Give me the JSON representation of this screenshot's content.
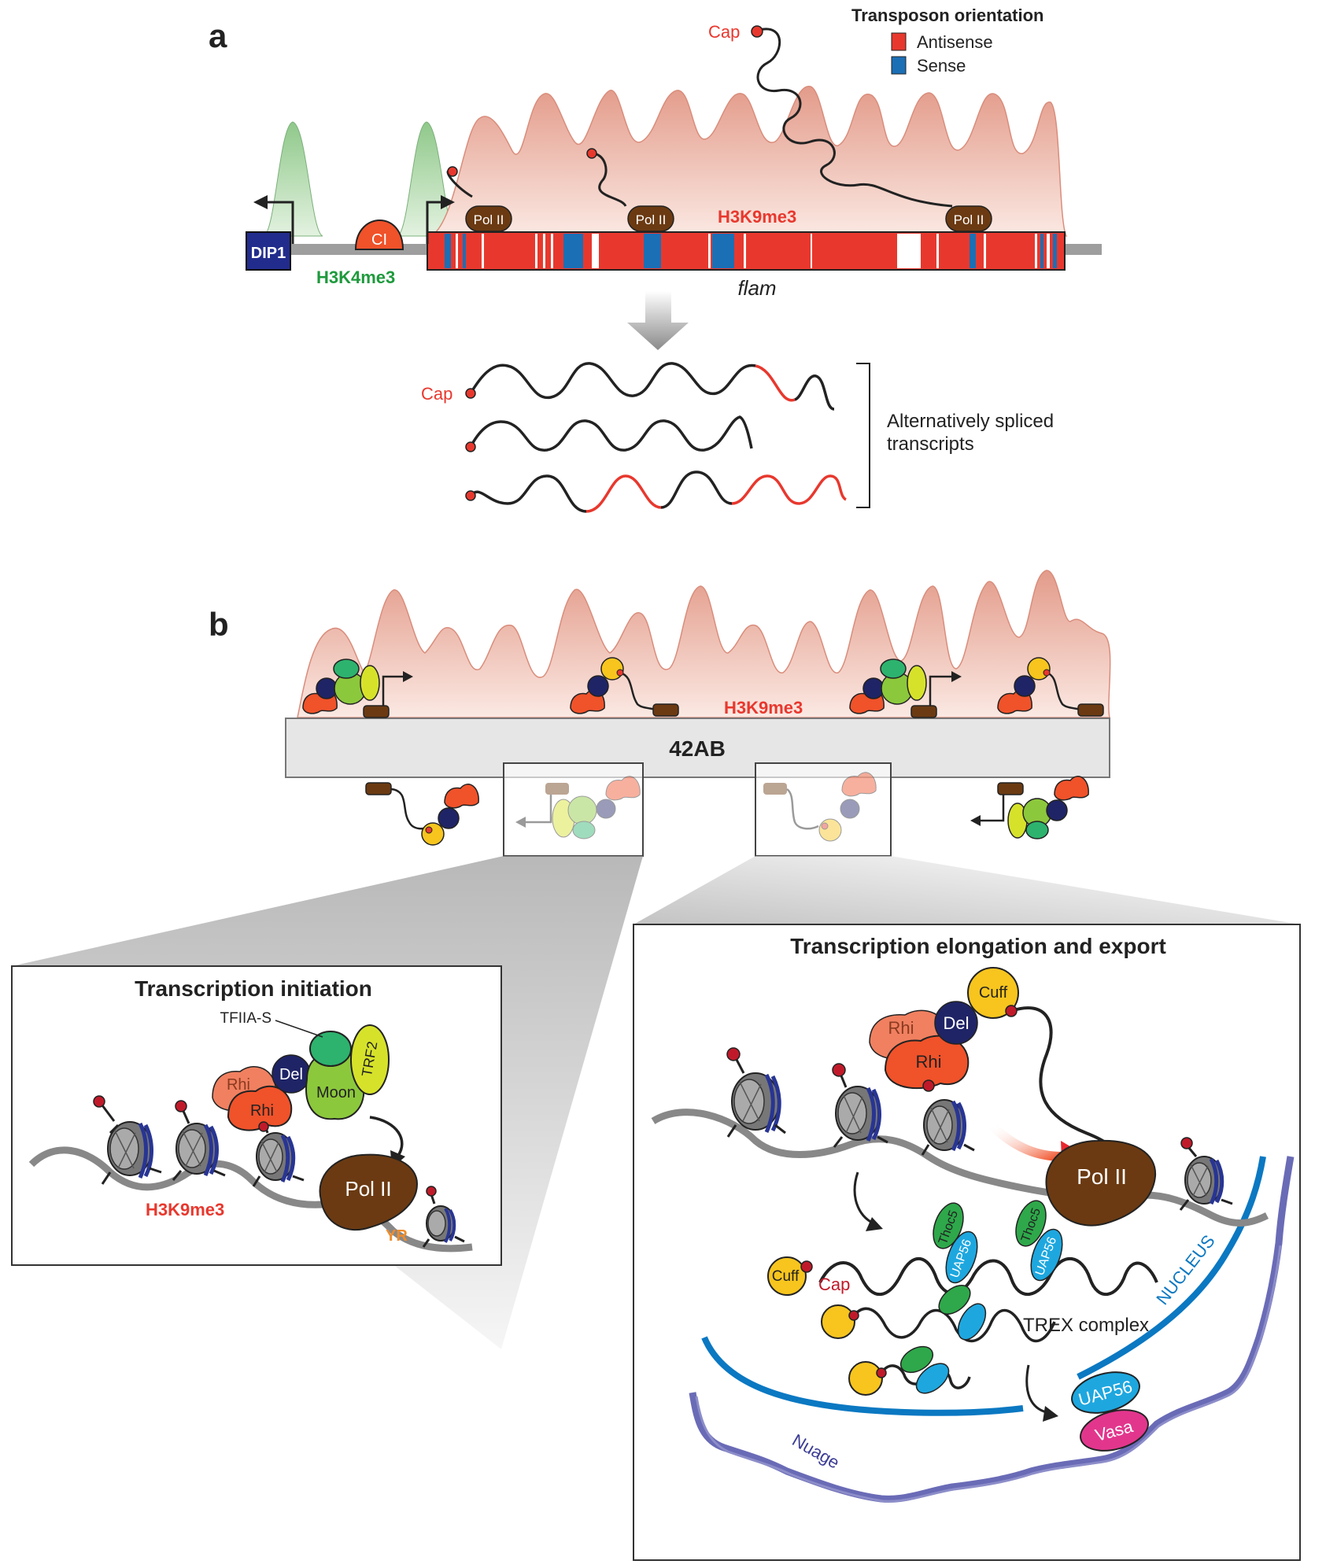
{
  "panel_a": {
    "panel_label": "a",
    "legend": {
      "title": "Transposon orientation",
      "items": [
        {
          "label": "Antisense",
          "color": "#e8382e"
        },
        {
          "label": "Sense",
          "color": "#1b6fb5"
        }
      ]
    },
    "gene_left": "DIP1",
    "factor": "CI",
    "mark_active": "H3K4me3",
    "mark_repressive": "H3K9me3",
    "polymerase": "Pol II",
    "locus_name": "flam",
    "cap_label": "Cap",
    "transcripts_label_line1": "Alternatively spliced",
    "transcripts_label_line2": "transcripts"
  },
  "panel_b": {
    "panel_label": "b",
    "locus_name": "42AB",
    "mark_repressive": "H3K9me3"
  },
  "inset_initiation": {
    "title": "Transcription initiation",
    "tfiia_label": "TFIIA-S",
    "rhi_label": "Rhi",
    "del_label": "Del",
    "moon_label": "Moon",
    "trf2_label": "TRF2",
    "polymerase": "Pol II",
    "yr_label": "YR",
    "mark_repressive": "H3K9me3"
  },
  "inset_elongation": {
    "title": "Transcription elongation and export",
    "cuff_label": "Cuff",
    "del_label": "Del",
    "rhi_label": "Rhi",
    "polymerase": "Pol II",
    "thoc5_label": "Thoc5",
    "uap56_label": "UAP56",
    "cap_label": "Cap",
    "trex_label": "TREX complex",
    "nucleus_label": "NUCLEUS",
    "nuage_label": "Nuage",
    "vasa_label": "Vasa"
  },
  "colors": {
    "antisense": "#e8382e",
    "sense": "#1b6fb5",
    "h3k9me3_fill": "#efb8a8",
    "h3k4me3_fill": "#b7dbb0",
    "pol2": "#6b3a12",
    "rhi": "#f0522a",
    "del": "#1f2466",
    "cuff": "#f7c51e",
    "moon": "#8cc83c",
    "trf2": "#d6e22a",
    "tfiia": "#2db36e",
    "thoc5": "#2ea84a",
    "uap56": "#1ea7df",
    "vasa": "#e2368d",
    "nucleus": "#0b78c2",
    "nuage": "#6a6bb6"
  }
}
